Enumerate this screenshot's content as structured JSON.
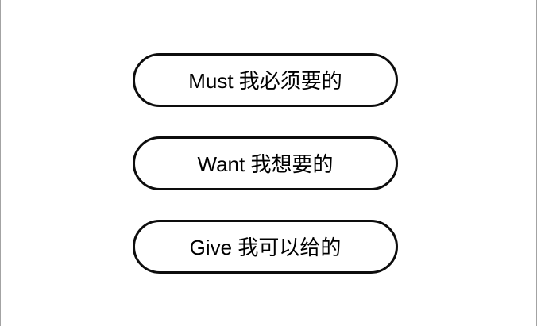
{
  "canvas": {
    "background_color": "#ffffff",
    "edge_border_color": "#a3a3a3"
  },
  "style": {
    "pill_border_color": "#0d0d0d",
    "text_color": "#000000"
  },
  "pills": [
    {
      "id": "must",
      "label": "Must 我必须要的"
    },
    {
      "id": "want",
      "label": "Want 我想要的"
    },
    {
      "id": "give",
      "label": "Give 我可以给的"
    }
  ]
}
